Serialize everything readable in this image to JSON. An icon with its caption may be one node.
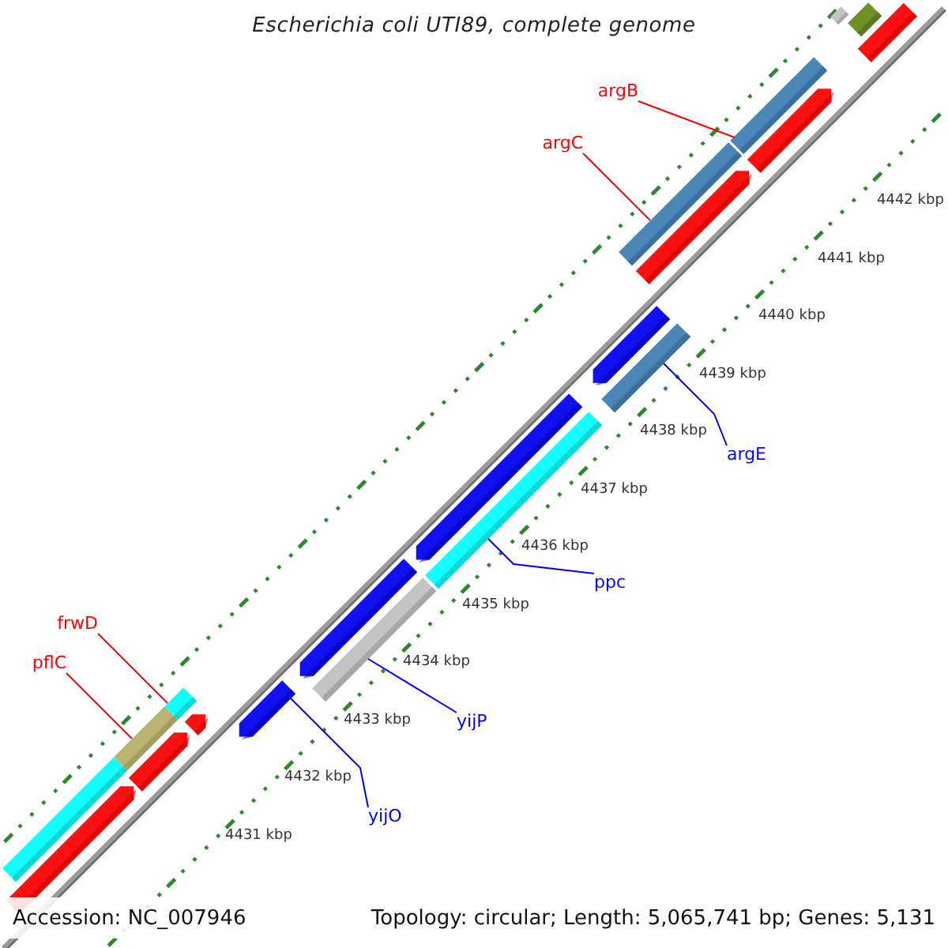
{
  "diagram": {
    "title": "Escherichia coli UTI89, complete genome",
    "nodes": [
      {
        "text": [
          "argB"
        ]
      },
      {
        "text": [
          "argC"
        ]
      },
      {
        "text": [
          "argE"
        ]
      },
      {
        "text": [
          "ppc"
        ]
      },
      {
        "text": [
          "frwD"
        ]
      },
      {
        "text": [
          "pflC"
        ]
      },
      {
        "text": [
          "yijP"
        ]
      },
      {
        "text": [
          "yijO"
        ]
      },
      {
        "text": [],
        "shape": "bar"
      },
      {
        "text": [],
        "shape": "bar"
      },
      {
        "text": [],
        "shape": "bar"
      },
      {
        "text": [],
        "shape": "bar"
      },
      {
        "text": [],
        "shape": "bar"
      },
      {
        "text": [],
        "shape": "bar"
      },
      {
        "text": [],
        "shape": "bar"
      },
      {
        "text": [],
        "shape": "bar"
      }
    ],
    "edges": [
      {
        "from": 0,
        "to": 15,
        "arrow": "none",
        "color": "#ff0000"
      },
      {
        "from": 1,
        "to": 14,
        "arrow": "none",
        "color": "#ff0000"
      },
      {
        "from": 2,
        "to": 13,
        "arrow": "none",
        "color": "#0000ff"
      },
      {
        "from": 3,
        "to": 12,
        "arrow": "none",
        "color": "#0000ff"
      },
      {
        "from": 4,
        "to": 9,
        "arrow": "none",
        "color": "#ff0000"
      },
      {
        "from": 5,
        "to": 8,
        "arrow": "none",
        "color": "#ff0000"
      },
      {
        "from": 6,
        "to": 11,
        "arrow": "none",
        "color": "#0000ff"
      },
      {
        "from": 7,
        "to": 10,
        "arrow": "none",
        "color": "#0000ff"
      }
    ],
    "labels": [
      "4442 kbp",
      "4441 kbp",
      "4440 kbp",
      "4439 kbp",
      "4438 kbp",
      "4437 kbp",
      "4436 kbp",
      "4435 kbp",
      "4434 kbp",
      "4433 kbp",
      "4432 kbp",
      "4431 kbp",
      "Accession: NC_007946",
      "Topology: circular; Length: 5,065,741 bp; Genes: 5,131"
    ]
  }
}
